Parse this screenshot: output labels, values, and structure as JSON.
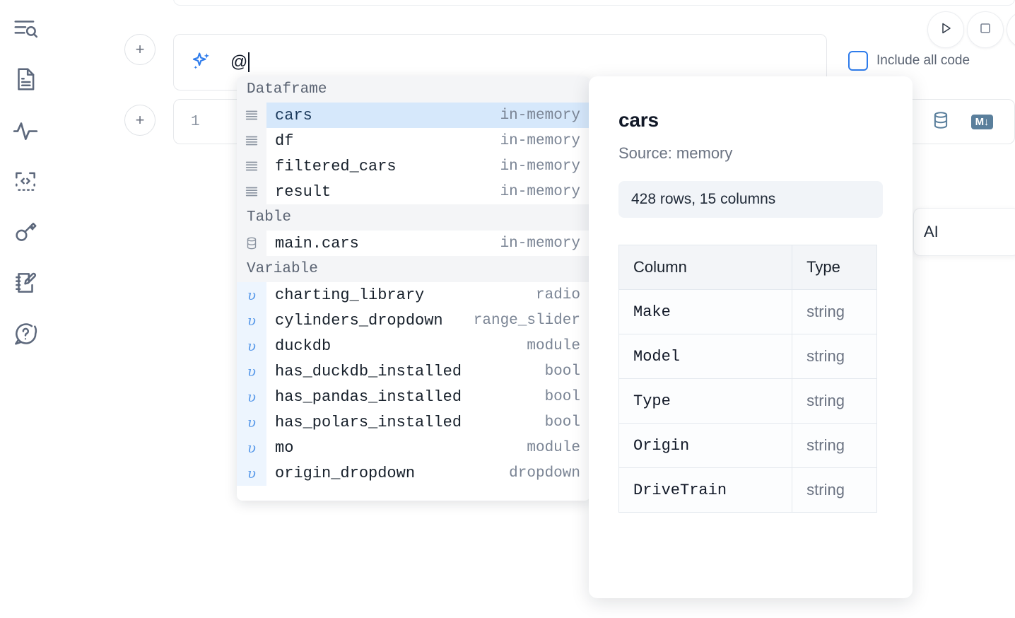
{
  "sidebar": {
    "items": [
      {
        "name": "outline-search-icon",
        "label": "Outline / Search"
      },
      {
        "name": "file-icon",
        "label": "Notebook file"
      },
      {
        "name": "activity-icon",
        "label": "Activity"
      },
      {
        "name": "code-brackets-icon",
        "label": "Snippets"
      },
      {
        "name": "key-icon",
        "label": "Secrets"
      },
      {
        "name": "notepad-pencil-icon",
        "label": "Scratchpad"
      },
      {
        "name": "help-chat-icon",
        "label": "Help"
      }
    ]
  },
  "toolbar": {
    "add_button_label": "+",
    "run_button_label": "Run",
    "stop_button_label": "Stop",
    "include_all_code_label": "Include all code",
    "include_all_code_checked": false
  },
  "ai_bar": {
    "icon": "sparkle-icon",
    "value": "@",
    "placeholder": ""
  },
  "code_cell": {
    "line_number": "1",
    "database_icon": "database-icon",
    "markdown_badge": "M↓"
  },
  "ai_chip": {
    "label": "AI"
  },
  "autocomplete": {
    "groups": [
      {
        "label": "Dataframe",
        "items": [
          {
            "icon": "dataframe-icon",
            "kind": "dataframe",
            "name": "cars",
            "type": "in-memory",
            "selected": true
          },
          {
            "icon": "dataframe-icon",
            "kind": "dataframe",
            "name": "df",
            "type": "in-memory",
            "selected": false
          },
          {
            "icon": "dataframe-icon",
            "kind": "dataframe",
            "name": "filtered_cars",
            "type": "in-memory",
            "selected": false
          },
          {
            "icon": "dataframe-icon",
            "kind": "dataframe",
            "name": "result",
            "type": "in-memory",
            "selected": false
          }
        ]
      },
      {
        "label": "Table",
        "items": [
          {
            "icon": "database-icon",
            "kind": "table",
            "name": "main.cars",
            "type": "in-memory",
            "selected": false
          }
        ]
      },
      {
        "label": "Variable",
        "items": [
          {
            "icon": "variable-icon",
            "kind": "variable",
            "name": "charting_library",
            "type": "radio",
            "selected": false
          },
          {
            "icon": "variable-icon",
            "kind": "variable",
            "name": "cylinders_dropdown",
            "type": "range_slider",
            "selected": false
          },
          {
            "icon": "variable-icon",
            "kind": "variable",
            "name": "duckdb",
            "type": "module",
            "selected": false
          },
          {
            "icon": "variable-icon",
            "kind": "variable",
            "name": "has_duckdb_installed",
            "type": "bool",
            "selected": false
          },
          {
            "icon": "variable-icon",
            "kind": "variable",
            "name": "has_pandas_installed",
            "type": "bool",
            "selected": false
          },
          {
            "icon": "variable-icon",
            "kind": "variable",
            "name": "has_polars_installed",
            "type": "bool",
            "selected": false
          },
          {
            "icon": "variable-icon",
            "kind": "variable",
            "name": "mo",
            "type": "module",
            "selected": false
          },
          {
            "icon": "variable-icon",
            "kind": "variable",
            "name": "origin_dropdown",
            "type": "dropdown",
            "selected": false
          }
        ]
      }
    ]
  },
  "detail_panel": {
    "title": "cars",
    "source": "Source: memory",
    "stats": "428 rows, 15 columns",
    "table": {
      "headers": [
        "Column",
        "Type"
      ],
      "rows": [
        [
          "Make",
          "string"
        ],
        [
          "Model",
          "string"
        ],
        [
          "Type",
          "string"
        ],
        [
          "Origin",
          "string"
        ],
        [
          "DriveTrain",
          "string"
        ]
      ]
    }
  },
  "colors": {
    "accent_blue": "#2f7ceb",
    "selected_row": "#d6e8fb",
    "sidebar_icon": "#5d687c",
    "muted_text": "#7a8494"
  }
}
